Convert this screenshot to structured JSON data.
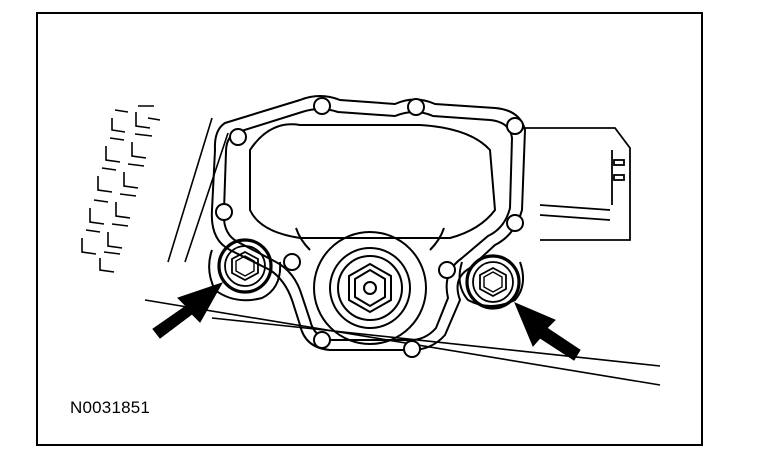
{
  "figure": {
    "id_label": "N0031851",
    "callouts": [
      {
        "name": "left-bolt",
        "highlighted": true
      },
      {
        "name": "right-bolt",
        "highlighted": true
      }
    ],
    "colors": {
      "line": "#000000",
      "background": "#ffffff"
    }
  }
}
